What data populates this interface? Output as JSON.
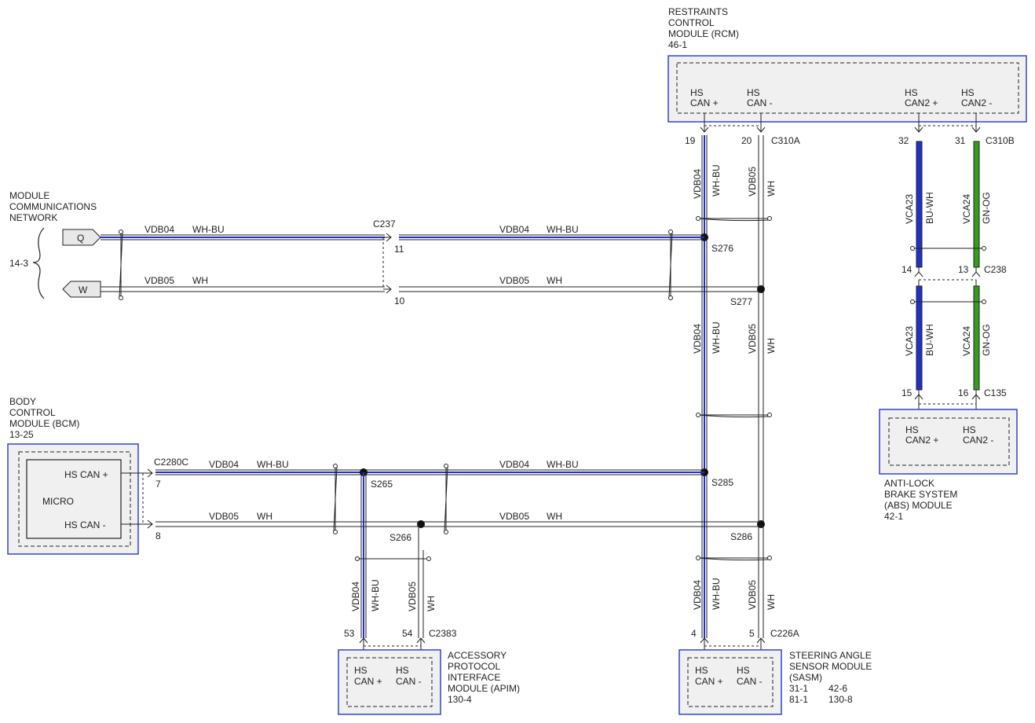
{
  "modules": {
    "rcm": {
      "name_lines": [
        "RESTRAINTS",
        "CONTROL",
        "MODULE (RCM)"
      ],
      "ref": "46-1",
      "pins": [
        {
          "l1": "HS",
          "l2": "CAN +"
        },
        {
          "l1": "HS",
          "l2": "CAN -"
        },
        {
          "l1": "HS",
          "l2": "CAN2 +"
        },
        {
          "l1": "HS",
          "l2": "CAN2 -"
        }
      ]
    },
    "mcn": {
      "name_lines": [
        "MODULE",
        "COMMUNICATIONS",
        "NETWORK"
      ],
      "ref": "14-3",
      "q": "Q",
      "w": "W"
    },
    "bcm": {
      "name_lines": [
        "BODY",
        "CONTROL",
        "MODULE (BCM)"
      ],
      "ref": "13-25",
      "micro": "MICRO",
      "pin_plus": "HS CAN +",
      "pin_minus": "HS CAN -"
    },
    "abs": {
      "name_lines": [
        "ANTI-LOCK",
        "BRAKE SYSTEM",
        "(ABS) MODULE"
      ],
      "ref": "42-1",
      "pins": [
        {
          "l1": "HS",
          "l2": "CAN2 +"
        },
        {
          "l1": "HS",
          "l2": "CAN2 -"
        }
      ]
    },
    "apim": {
      "name_lines": [
        "ACCESSORY",
        "PROTOCOL",
        "INTERFACE",
        "MODULE (APIM)"
      ],
      "ref": "130-4",
      "pins": [
        {
          "l1": "HS",
          "l2": "CAN +"
        },
        {
          "l1": "HS",
          "l2": "CAN -"
        }
      ]
    },
    "sasm": {
      "name_lines": [
        "STEERING ANGLE",
        "SENSOR MODULE",
        "(SASM)"
      ],
      "refs": [
        "31-1",
        "42-6",
        "81-1",
        "130-8"
      ],
      "pins": [
        {
          "l1": "HS",
          "l2": "CAN +"
        },
        {
          "l1": "HS",
          "l2": "CAN -"
        }
      ]
    }
  },
  "connectors": {
    "c310a": "C310A",
    "c310b": "C310B",
    "c237": "C237",
    "c238": "C238",
    "c135": "C135",
    "c2280c": "C2280C",
    "c2383": "C2383",
    "c226a": "C226A"
  },
  "pins": {
    "p19": "19",
    "p20": "20",
    "p32": "32",
    "p31": "31",
    "p11": "11",
    "p10": "10",
    "p14": "14",
    "p13": "13",
    "p15": "15",
    "p16": "16",
    "p7": "7",
    "p8": "8",
    "p53": "53",
    "p54": "54",
    "p4": "4",
    "p5": "5"
  },
  "splices": {
    "s276": "S276",
    "s277": "S277",
    "s265": "S265",
    "s266": "S266",
    "s285": "S285",
    "s286": "S286"
  },
  "circuits": {
    "vdb04": "VDB04",
    "vdb05": "VDB05",
    "vca23": "VCA23",
    "vca24": "VCA24"
  },
  "wire_colors": {
    "wh_bu": "WH-BU",
    "wh": "WH",
    "bu_wh": "BU-WH",
    "gn_og": "GN-OG"
  },
  "palette": {
    "blue_wire": "#2230c8",
    "green_wire": "#3a9a1e",
    "module_border": "#3344cc",
    "module_fill": "#f0f0f0"
  }
}
